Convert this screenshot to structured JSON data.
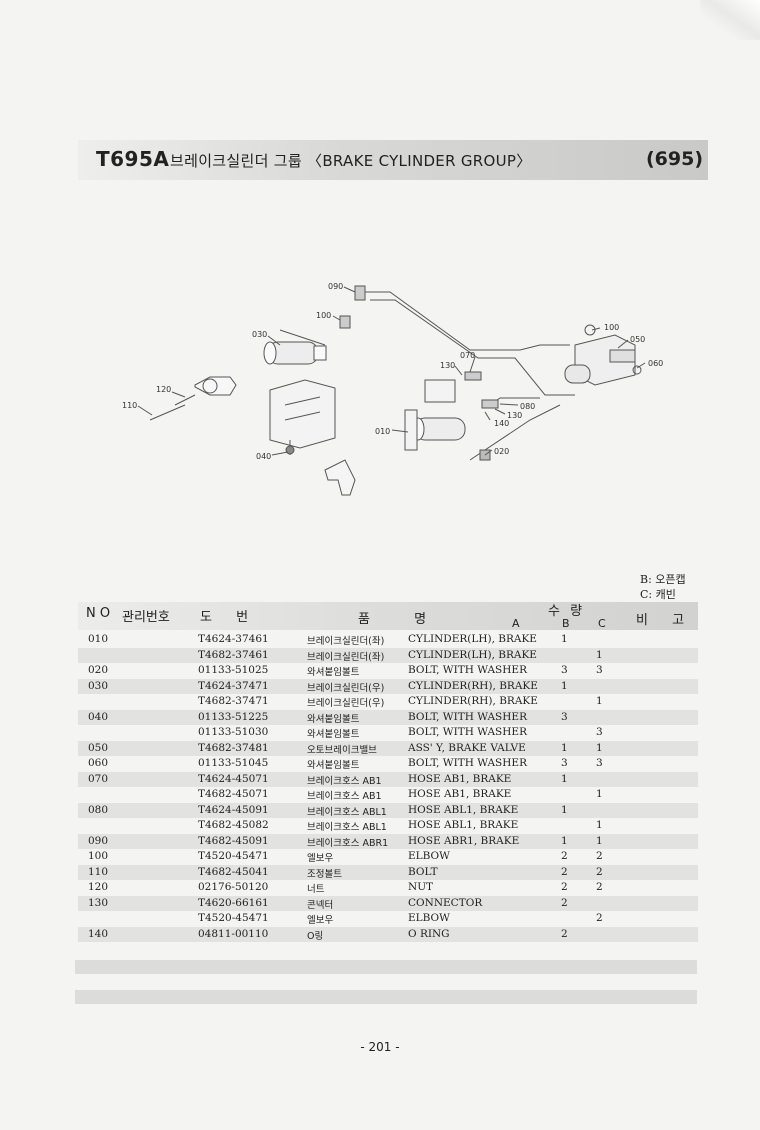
{
  "header": {
    "code": "T695A",
    "title": "브레이크실린더 그룹 〈BRAKE CYLINDER GROUP〉",
    "page_ref": "(695)"
  },
  "diagram": {
    "callouts": [
      "090",
      "100",
      "030",
      "120",
      "110",
      "040",
      "100",
      "050",
      "060",
      "070",
      "130",
      "080",
      "130",
      "140",
      "010",
      "020"
    ]
  },
  "legend": {
    "b": "B: 오픈캡",
    "c": "C: 캐빈"
  },
  "table": {
    "headers": {
      "no": "N O",
      "mgmt": "관리번호",
      "drawing": "도  번",
      "name": "품        명",
      "qty": "수  량",
      "a": "A",
      "b": "B",
      "c": "C",
      "remark": "비  고"
    },
    "rows": [
      {
        "no": "010",
        "part": "T4624-37461",
        "kr": "브레이크실린더(좌)",
        "en": "CYLINDER(LH), BRAKE",
        "b": "1",
        "c": ""
      },
      {
        "no": "",
        "part": "T4682-37461",
        "kr": "브레이크실린더(좌)",
        "en": "CYLINDER(LH), BRAKE",
        "b": "",
        "c": "1"
      },
      {
        "no": "020",
        "part": "01133-51025",
        "kr": "와셔붙임볼트",
        "en": "BOLT, WITH WASHER",
        "b": "3",
        "c": "3"
      },
      {
        "no": "030",
        "part": "T4624-37471",
        "kr": "브레이크실린더(우)",
        "en": "CYLINDER(RH), BRAKE",
        "b": "1",
        "c": ""
      },
      {
        "no": "",
        "part": "T4682-37471",
        "kr": "브레이크실린더(우)",
        "en": "CYLINDER(RH), BRAKE",
        "b": "",
        "c": "1"
      },
      {
        "no": "040",
        "part": "01133-51225",
        "kr": "와셔붙임볼트",
        "en": "BOLT, WITH WASHER",
        "b": "3",
        "c": ""
      },
      {
        "no": "",
        "part": "01133-51030",
        "kr": "와셔붙임볼트",
        "en": "BOLT, WITH WASHER",
        "b": "",
        "c": "3"
      },
      {
        "no": "050",
        "part": "T4682-37481",
        "kr": "오토브레이크밸브",
        "en": "ASS' Y, BRAKE VALVE",
        "b": "1",
        "c": "1"
      },
      {
        "no": "060",
        "part": "01133-51045",
        "kr": "와셔붙임볼트",
        "en": "BOLT, WITH WASHER",
        "b": "3",
        "c": "3"
      },
      {
        "no": "070",
        "part": "T4624-45071",
        "kr": "브레이크호스 AB1",
        "en": "HOSE AB1, BRAKE",
        "b": "1",
        "c": ""
      },
      {
        "no": "",
        "part": "T4682-45071",
        "kr": "브레이크호스 AB1",
        "en": "HOSE AB1, BRAKE",
        "b": "",
        "c": "1"
      },
      {
        "no": "080",
        "part": "T4624-45091",
        "kr": "브레이크호스 ABL1",
        "en": "HOSE ABL1, BRAKE",
        "b": "1",
        "c": ""
      },
      {
        "no": "",
        "part": "T4682-45082",
        "kr": "브레이크호스 ABL1",
        "en": "HOSE ABL1, BRAKE",
        "b": "",
        "c": "1"
      },
      {
        "no": "090",
        "part": "T4682-45091",
        "kr": "브레이크호스 ABR1",
        "en": "HOSE ABR1, BRAKE",
        "b": "1",
        "c": "1"
      },
      {
        "no": "100",
        "part": "T4520-45471",
        "kr": "엘보우",
        "en": "ELBOW",
        "b": "2",
        "c": "2"
      },
      {
        "no": "110",
        "part": "T4682-45041",
        "kr": "조정볼트",
        "en": "BOLT",
        "b": "2",
        "c": "2"
      },
      {
        "no": "120",
        "part": "02176-50120",
        "kr": "너트",
        "en": "NUT",
        "b": "2",
        "c": "2"
      },
      {
        "no": "130",
        "part": "T4620-66161",
        "kr": "콘넥터",
        "en": "CONNECTOR",
        "b": "2",
        "c": ""
      },
      {
        "no": "",
        "part": "T4520-45471",
        "kr": "엘보우",
        "en": "ELBOW",
        "b": "",
        "c": "2"
      },
      {
        "no": "140",
        "part": "04811-00110",
        "kr": "O링",
        "en": "O RING",
        "b": "2",
        "c": ""
      }
    ]
  },
  "footer": {
    "page_number": "- 201 -"
  }
}
